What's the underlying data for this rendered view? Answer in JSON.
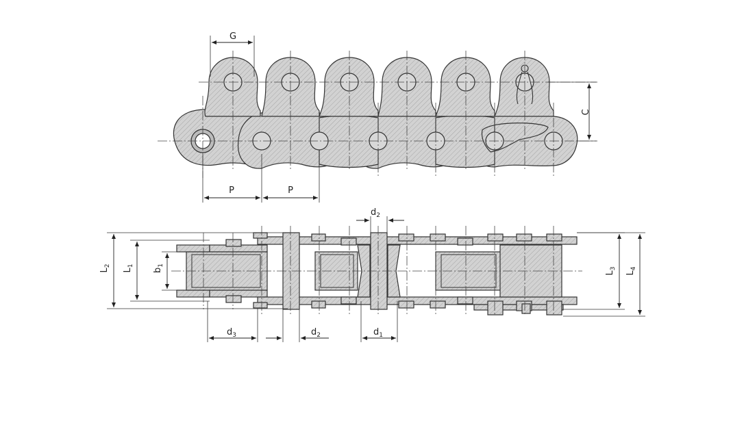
{
  "top_view": {
    "labels": {
      "G": "G",
      "C": "C",
      "P_left": "P",
      "P_right": "P"
    }
  },
  "side_view": {
    "labels": {
      "L2_main": "L",
      "L2_sub": "2",
      "L1_main": "L",
      "L1_sub": "1",
      "b1_main": "b",
      "b1_sub": "1",
      "L3_main": "L",
      "L3_sub": "3",
      "L4_main": "L",
      "L4_sub": "4",
      "d2_top_main": "d",
      "d2_top_sub": "2",
      "d3_main": "d",
      "d3_sub": "3",
      "d2_bottom_main": "d",
      "d2_bottom_sub": "2",
      "d1_main": "d",
      "d1_sub": "1"
    }
  },
  "colors": {
    "stroke": "#333333",
    "fill": "#cfcfcf"
  }
}
